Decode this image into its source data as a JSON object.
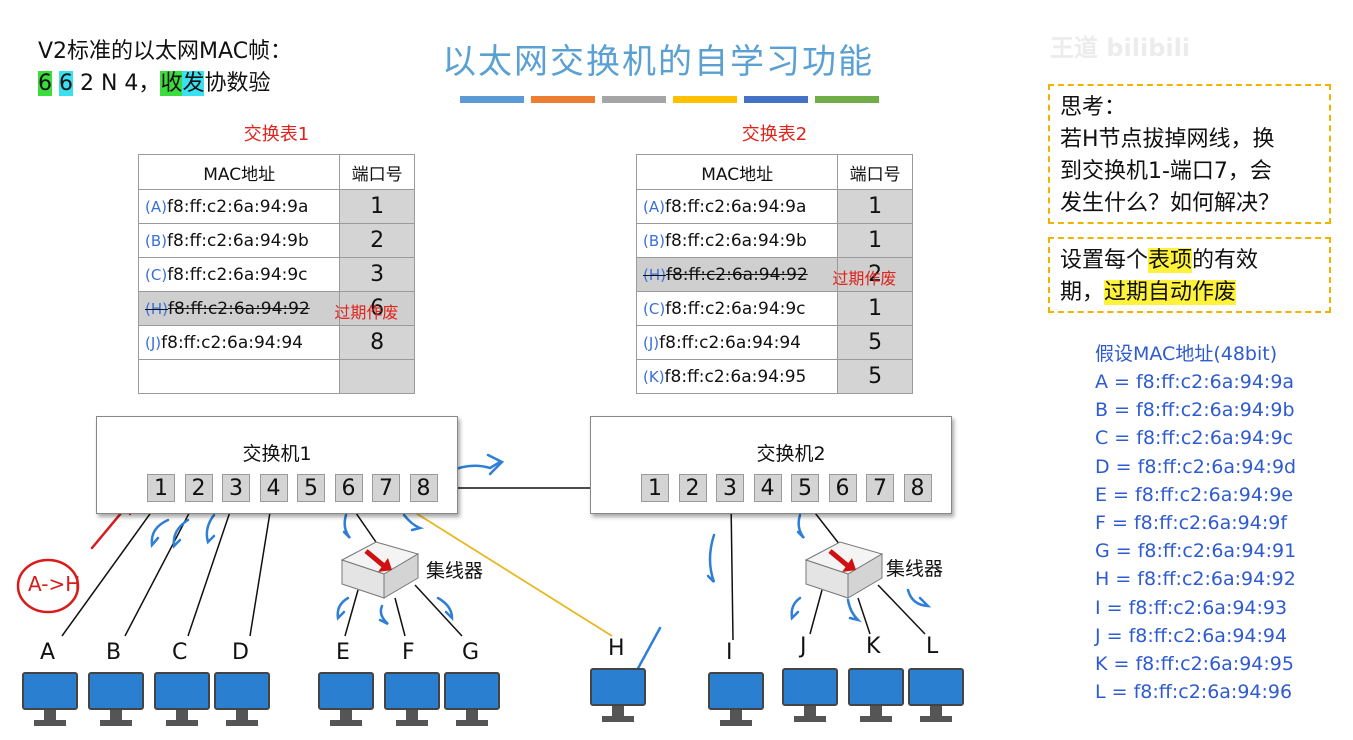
{
  "frame_info": {
    "line1": "V2标准的以太网MAC帧：",
    "line2_parts": [
      "6",
      " ",
      "6",
      " 2 N 4，",
      "收",
      "发",
      "协数验"
    ]
  },
  "title": "以太网交换机的自学习功能",
  "title_bar_colors": [
    "#5b9bd5",
    "#ed7d31",
    "#a5a5a5",
    "#ffc000",
    "#4472c4",
    "#70ad47"
  ],
  "watermark": "王道 bilibili",
  "table1": {
    "title": "交换表1",
    "headers": [
      "MAC地址",
      "端口号"
    ],
    "rows": [
      {
        "tag": "(A)",
        "mac": "f8:ff:c2:6a:94:9a",
        "port": "1",
        "expired": false
      },
      {
        "tag": "(B)",
        "mac": "f8:ff:c2:6a:94:9b",
        "port": "2",
        "expired": false
      },
      {
        "tag": "(C)",
        "mac": "f8:ff:c2:6a:94:9c",
        "port": "3",
        "expired": false
      },
      {
        "tag": "(H)",
        "mac": "f8:ff:c2:6a:94:92",
        "port": "6",
        "expired": true,
        "note": "过期作废"
      },
      {
        "tag": "(J)",
        "mac": "f8:ff:c2:6a:94:94",
        "port": "8",
        "expired": false
      },
      {
        "tag": "",
        "mac": "",
        "port": "",
        "expired": false
      }
    ]
  },
  "table2": {
    "title": "交换表2",
    "headers": [
      "MAC地址",
      "端口号"
    ],
    "rows": [
      {
        "tag": "(A)",
        "mac": "f8:ff:c2:6a:94:9a",
        "port": "1",
        "expired": false
      },
      {
        "tag": "(B)",
        "mac": "f8:ff:c2:6a:94:9b",
        "port": "1",
        "expired": false
      },
      {
        "tag": "(H)",
        "mac": "f8:ff:c2:6a:94:92",
        "port": "2",
        "expired": true,
        "note": "过期作废"
      },
      {
        "tag": "(C)",
        "mac": "f8:ff:c2:6a:94:9c",
        "port": "1",
        "expired": false
      },
      {
        "tag": "(J)",
        "mac": "f8:ff:c2:6a:94:94",
        "port": "5",
        "expired": false
      },
      {
        "tag": "(K)",
        "mac": "f8:ff:c2:6a:94:95",
        "port": "5",
        "expired": false
      }
    ]
  },
  "think_box": {
    "lines": [
      "思考：",
      "若H节点拔掉网线，换",
      "到交换机1-端口7，会",
      "发生什么？如何解决？"
    ]
  },
  "solution_box": {
    "line1_parts": [
      "设置每个",
      "表项",
      "的有效"
    ],
    "line2_parts": [
      "期，",
      "过期自动作废"
    ]
  },
  "mac_list": {
    "title": "假设MAC地址(48bit)",
    "items": [
      "A = f8:ff:c2:6a:94:9a",
      "B = f8:ff:c2:6a:94:9b",
      "C = f8:ff:c2:6a:94:9c",
      "D = f8:ff:c2:6a:94:9d",
      "E = f8:ff:c2:6a:94:9e",
      "F = f8:ff:c2:6a:94:9f",
      "G = f8:ff:c2:6a:94:91",
      "H = f8:ff:c2:6a:94:92",
      "I = f8:ff:c2:6a:94:93",
      "J = f8:ff:c2:6a:94:94",
      "K = f8:ff:c2:6a:94:95",
      "L = f8:ff:c2:6a:94:96"
    ]
  },
  "switch1": {
    "label": "交换机1",
    "ports": [
      "1",
      "2",
      "3",
      "4",
      "5",
      "6",
      "7",
      "8"
    ]
  },
  "switch2": {
    "label": "交换机2",
    "ports": [
      "1",
      "2",
      "3",
      "4",
      "5",
      "6",
      "7",
      "8"
    ]
  },
  "hub_label": "集线器",
  "hosts": [
    "A",
    "B",
    "C",
    "D",
    "E",
    "F",
    "G",
    "H",
    "I",
    "J",
    "K",
    "L"
  ],
  "annotation": "A->H"
}
